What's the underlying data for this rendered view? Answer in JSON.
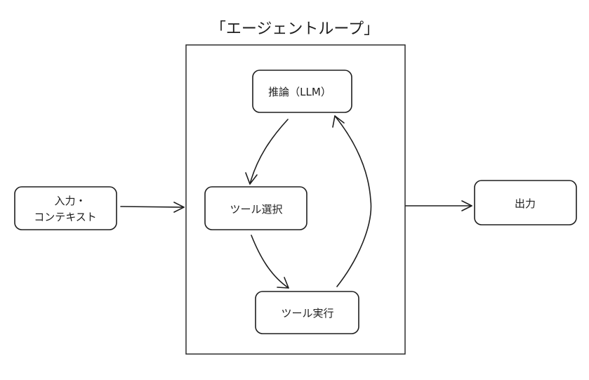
{
  "diagram": {
    "title": "「エージェントループ」",
    "nodes": {
      "input": {
        "line1": "入力・",
        "line2": "コンテキスト"
      },
      "reasoning": {
        "label": "推論（LLM）"
      },
      "tool_select": {
        "label": "ツール選択"
      },
      "tool_exec": {
        "label": "ツール実行"
      },
      "output": {
        "label": "出力"
      }
    },
    "edges": [
      {
        "from": "input",
        "to": "loop"
      },
      {
        "from": "reasoning",
        "to": "tool_select"
      },
      {
        "from": "tool_select",
        "to": "tool_exec"
      },
      {
        "from": "tool_exec",
        "to": "reasoning"
      },
      {
        "from": "loop",
        "to": "output"
      }
    ]
  }
}
